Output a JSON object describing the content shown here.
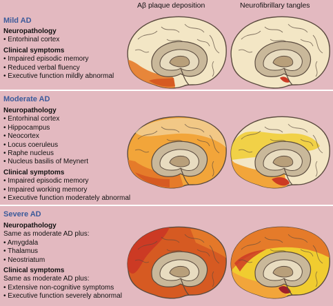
{
  "columns": {
    "col1": "Aβ plaque deposition",
    "col2": "Neurofibrillary tangles"
  },
  "colors": {
    "background": "#e3b9c0",
    "title": "#3b5a9a",
    "brain_base": "#f3e6c5",
    "stroke": "#5a4a3e",
    "yellow": "#f0cc30",
    "light_orange": "#f2a53a",
    "orange": "#e57b2a",
    "dark_orange": "#d65a22",
    "red": "#cc3a24",
    "maroon": "#9e1f2a"
  },
  "stages": [
    {
      "title": "Mild AD",
      "sections": [
        {
          "heading": "Neuropathology",
          "items": [
            "• Entorhinal cortex"
          ]
        },
        {
          "heading": "Clinical symptoms",
          "items": [
            "• Impaired episodic memory",
            "• Reduced verbal fluency",
            "• Executive function mildly abnormal"
          ]
        }
      ]
    },
    {
      "title": "Moderate AD",
      "sections": [
        {
          "heading": "Neuropathology",
          "items": [
            "• Entorhinal cortex",
            "• Hippocampus",
            "• Neocortex",
            "• Locus coeruleus",
            "• Raphe nucleus",
            "• Nucleus basilis of Meynert"
          ]
        },
        {
          "heading": "Clinical symptoms",
          "items": [
            "• Impaired episodic memory",
            "• Impaired working memory",
            "• Executive function moderately abnormal"
          ]
        }
      ]
    },
    {
      "title": "Severe AD",
      "sections": [
        {
          "heading": "Neuropathology",
          "items": [
            "Same as moderate AD plus:",
            "• Amygdala",
            "• Thalamus",
            "• Neostriatum"
          ]
        },
        {
          "heading": "Clinical symptoms",
          "items": [
            "Same as moderate AD plus:",
            "• Extensive non-cognitive symptoms",
            "• Executive function severely abnormal"
          ]
        }
      ]
    }
  ]
}
